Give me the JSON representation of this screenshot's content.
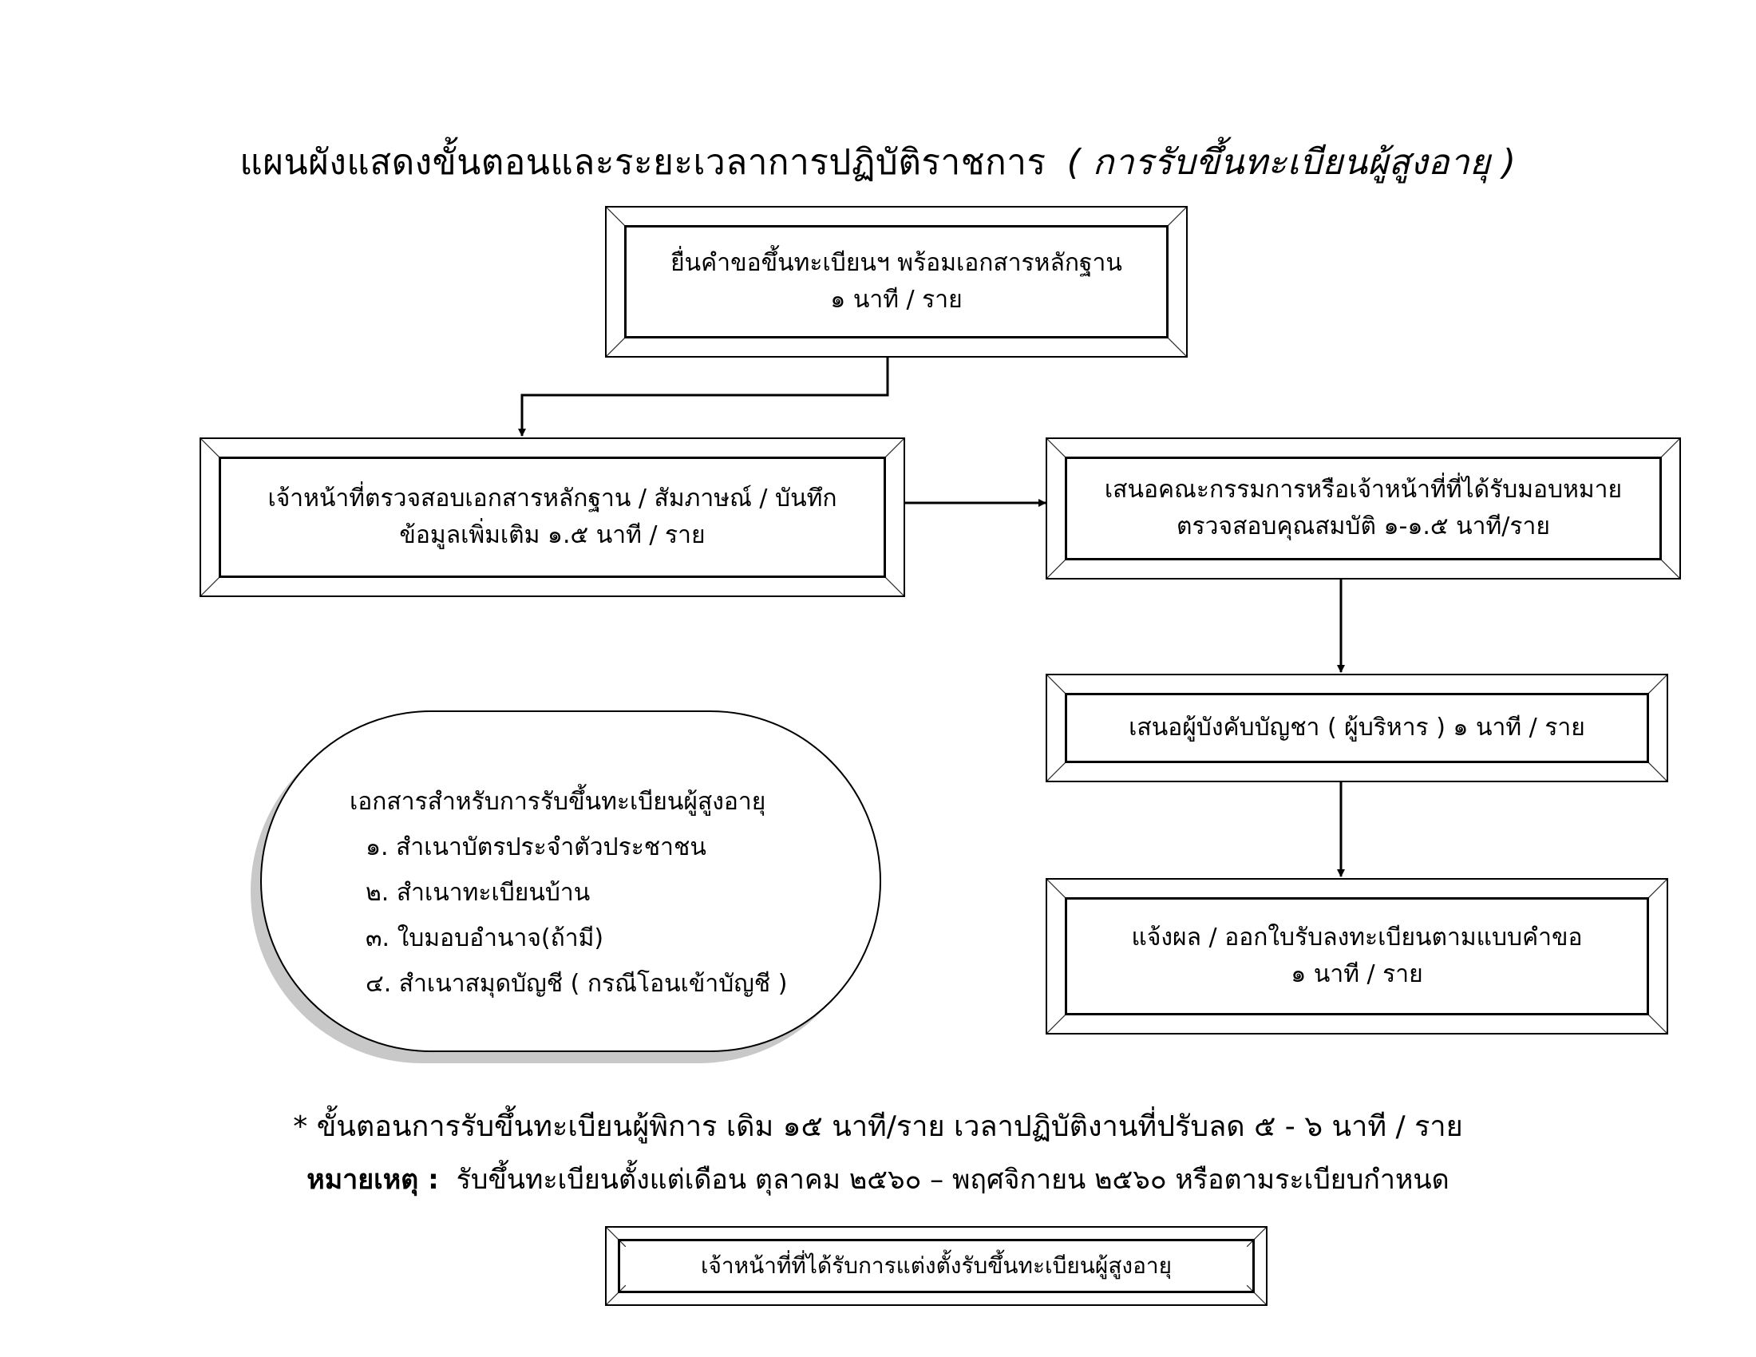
{
  "title": {
    "main": "แผนผังแสดงขั้นตอนและระยะเวลาการปฏิบัติราชการ",
    "note": "( การรับขึ้นทะเบียนผู้สูงอายุ )"
  },
  "steps": [
    {
      "line1": "ยื่นคำขอขึ้นทะเบียนฯ พร้อมเอกสารหลักฐาน",
      "line2": "๑  นาที / ราย"
    },
    {
      "line1": "เจ้าหน้าที่ตรวจสอบเอกสารหลักฐาน / สัมภาษณ์ / บันทึก",
      "line2": "ข้อมูลเพิ่มเติม  ๑.๕  นาที / ราย"
    },
    {
      "line1": "เสนอคณะกรรมการหรือเจ้าหน้าที่ที่ได้รับมอบหมาย",
      "line2": "ตรวจสอบคุณสมบัติ ๑-๑.๕ นาที/ราย"
    },
    {
      "line1": "เสนอผู้บังคับบัญชา ( ผู้บริหาร )    ๑  นาที / ราย"
    },
    {
      "line1": "แจ้งผล / ออกใบรับลงทะเบียนตามแบบคำขอ",
      "line2": "๑  นาที / ราย"
    }
  ],
  "documents": {
    "title": "เอกสารสำหรับการรับขึ้นทะเบียนผู้สูงอายุ",
    "items": [
      "๑.  สำเนาบัตรประจำตัวประชาชน",
      "๒.  สำเนาทะเบียนบ้าน",
      "๓.  ใบมอบอำนาจ(ถ้ามี)",
      "๔.  สำเนาสมุดบัญชี ( กรณีโอนเข้าบัญชี )"
    ]
  },
  "notes": {
    "process": "* ขั้นตอนการรับขึ้นทะเบียนผู้พิการ  เดิม  ๑๕  นาที/ราย  เวลาปฏิบัติงานที่ปรับลด   ๕ - ๖  นาที / ราย",
    "remark_label": "หมายเหตุ :",
    "remark_text": "รับขึ้นทะเบียนตั้งแต่เดือน ตุลาคม ๒๕๖๐ – พฤศจิกายน  ๒๕๖๐ หรือตามระเบียบกำหนด"
  },
  "responsible": "เจ้าหน้าที่ที่ได้รับการแต่งตั้งรับขึ้นทะเบียนผู้สูงอายุ"
}
